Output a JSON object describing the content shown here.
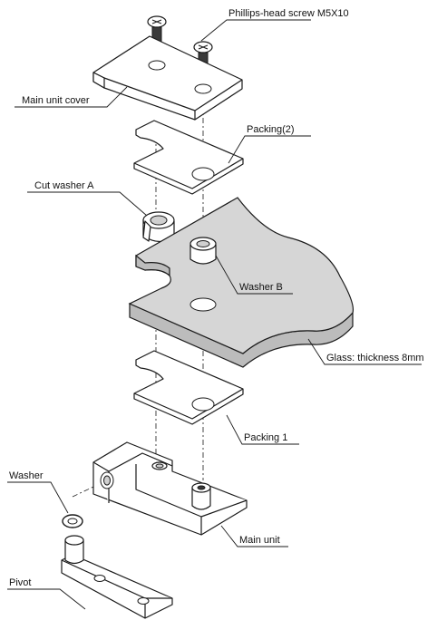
{
  "labels": {
    "screw": "Phillips-head screw M5X10",
    "cover": "Main unit cover",
    "packing2": "Packing(2)",
    "cut_washer": "Cut washer A",
    "washer_b": "Washer B",
    "glass": "Glass: thickness 8mm",
    "packing1": "Packing 1",
    "washer": "Washer",
    "main_unit": "Main unit",
    "pivot": "Pivot"
  }
}
